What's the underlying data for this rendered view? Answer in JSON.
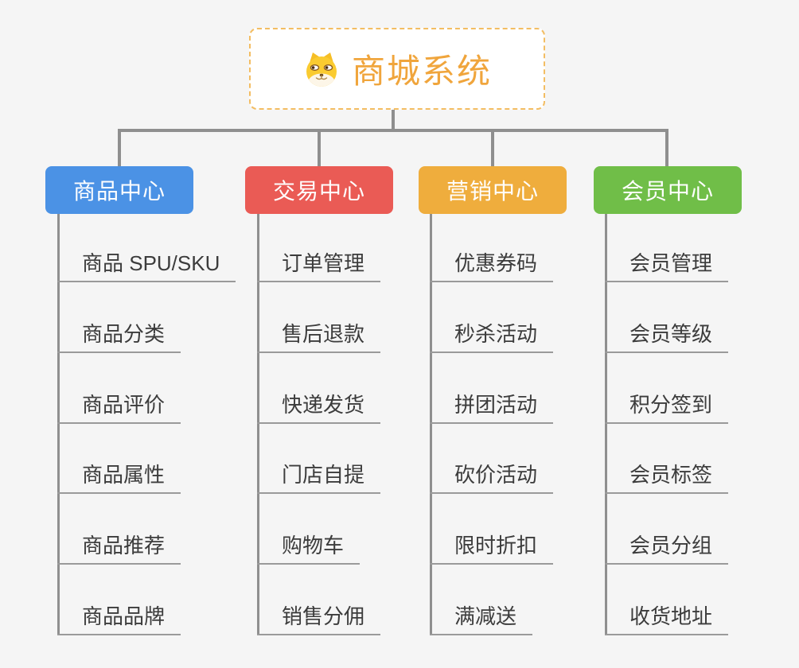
{
  "root": {
    "title": "商城系统",
    "icon": "shiba-dog-icon"
  },
  "branches": [
    {
      "label": "商品中心",
      "color": "#4B92E5",
      "items": [
        "商品 SPU/SKU",
        "商品分类",
        "商品评价",
        "商品属性",
        "商品推荐",
        "商品品牌"
      ]
    },
    {
      "label": "交易中心",
      "color": "#EA5B55",
      "items": [
        "订单管理",
        "售后退款",
        "快递发货",
        "门店自提",
        "购物车",
        "销售分佣"
      ]
    },
    {
      "label": "营销中心",
      "color": "#EFAD3D",
      "items": [
        "优惠券码",
        "秒杀活动",
        "拼团活动",
        "砍价活动",
        "限时折扣",
        "满减送"
      ]
    },
    {
      "label": "会员中心",
      "color": "#70BE48",
      "items": [
        "会员管理",
        "会员等级",
        "积分签到",
        "会员标签",
        "会员分组",
        "收货地址"
      ]
    }
  ],
  "colors": {
    "background": "#F5F5F5",
    "connector": "#8F8F8F",
    "underline": "#9A9A9A",
    "root_accent": "#F0A53C",
    "root_border": "#F3BD62",
    "node_text": "#FFFFFF",
    "leaf_text": "#3C3C3C"
  }
}
